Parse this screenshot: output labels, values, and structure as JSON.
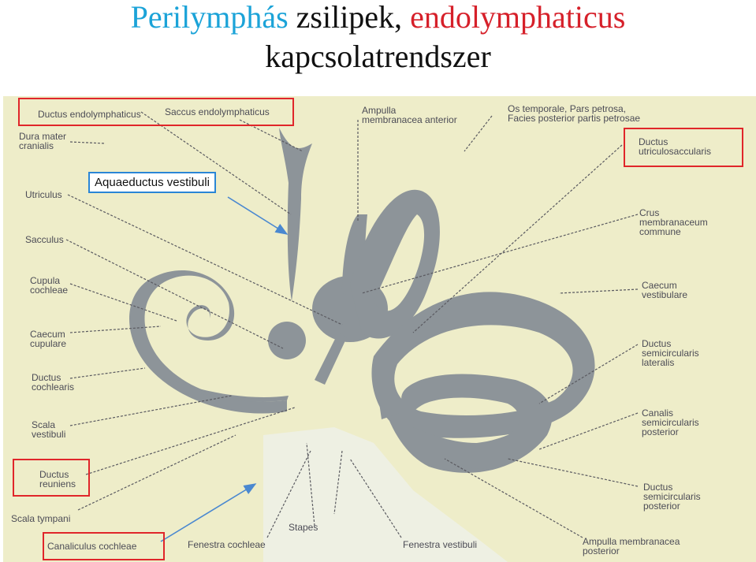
{
  "title": {
    "line1_part1": "Perilymphás",
    "line1_part2": " zsilipek, ",
    "line1_part3": "endolymphaticus",
    "line2": "kapcsolatrendszer"
  },
  "colors": {
    "title_blue": "#1ba3d8",
    "title_red": "#d6202a",
    "title_black": "#111111",
    "background_panel": "#f2f1cc",
    "structure_fill": "#8d9499",
    "highlight_red": "#e0262a",
    "highlight_blue": "#2a86d6",
    "arrow_blue": "#4a88d0"
  },
  "labels": {
    "ductus_endolymphaticus": "Ductus endolymphaticus",
    "saccus_endolymphaticus": "Saccus endolymphaticus",
    "ampulla_membranacea_anterior": "Ampulla\nmembranacea anterior",
    "os_temporale": "Os temporale, Pars petrosa,\nFacies posterior partis petrosae",
    "dura_mater": "Dura mater\ncranialis",
    "ductus_utriculosaccularis": "Ductus\nutriculosaccularis",
    "utriculus": "Utriculus",
    "crus_membranaceum": "Crus\nmembranaceum\ncommune",
    "sacculus": "Sacculus",
    "cupula_cochleae": "Cupula\ncochleae",
    "caecum_vestibulare": "Caecum\nvestibulare",
    "caecum_cupulare": "Caecum\ncupulare",
    "ductus_semicircularis_lateralis": "Ductus\nsemicircularis\nlateralis",
    "ductus_cochlearis": "Ductus\ncochlearis",
    "canalis_semicircularis_posterior": "Canalis\nsemicircularis\nposterior",
    "scala_vestibuli": "Scala\nvestibuli",
    "ductus_reuniens": "Ductus\nreuniens",
    "ductus_semicircularis_posterior": "Ductus\nsemicircularis\nposterior",
    "scala_tympani": "Scala tympani",
    "stapes": "Stapes",
    "canaliculus_cochleae": "Canaliculus cochleae",
    "fenestra_cochleae": "Fenestra cochleae",
    "fenestra_vestibuli": "Fenestra vestibuli",
    "ampulla_membranacea_posterior": "Ampulla membranacea\nposterior"
  },
  "callouts": {
    "aquaeductus_vestibuli": "Aquaeductus vestibuli"
  }
}
